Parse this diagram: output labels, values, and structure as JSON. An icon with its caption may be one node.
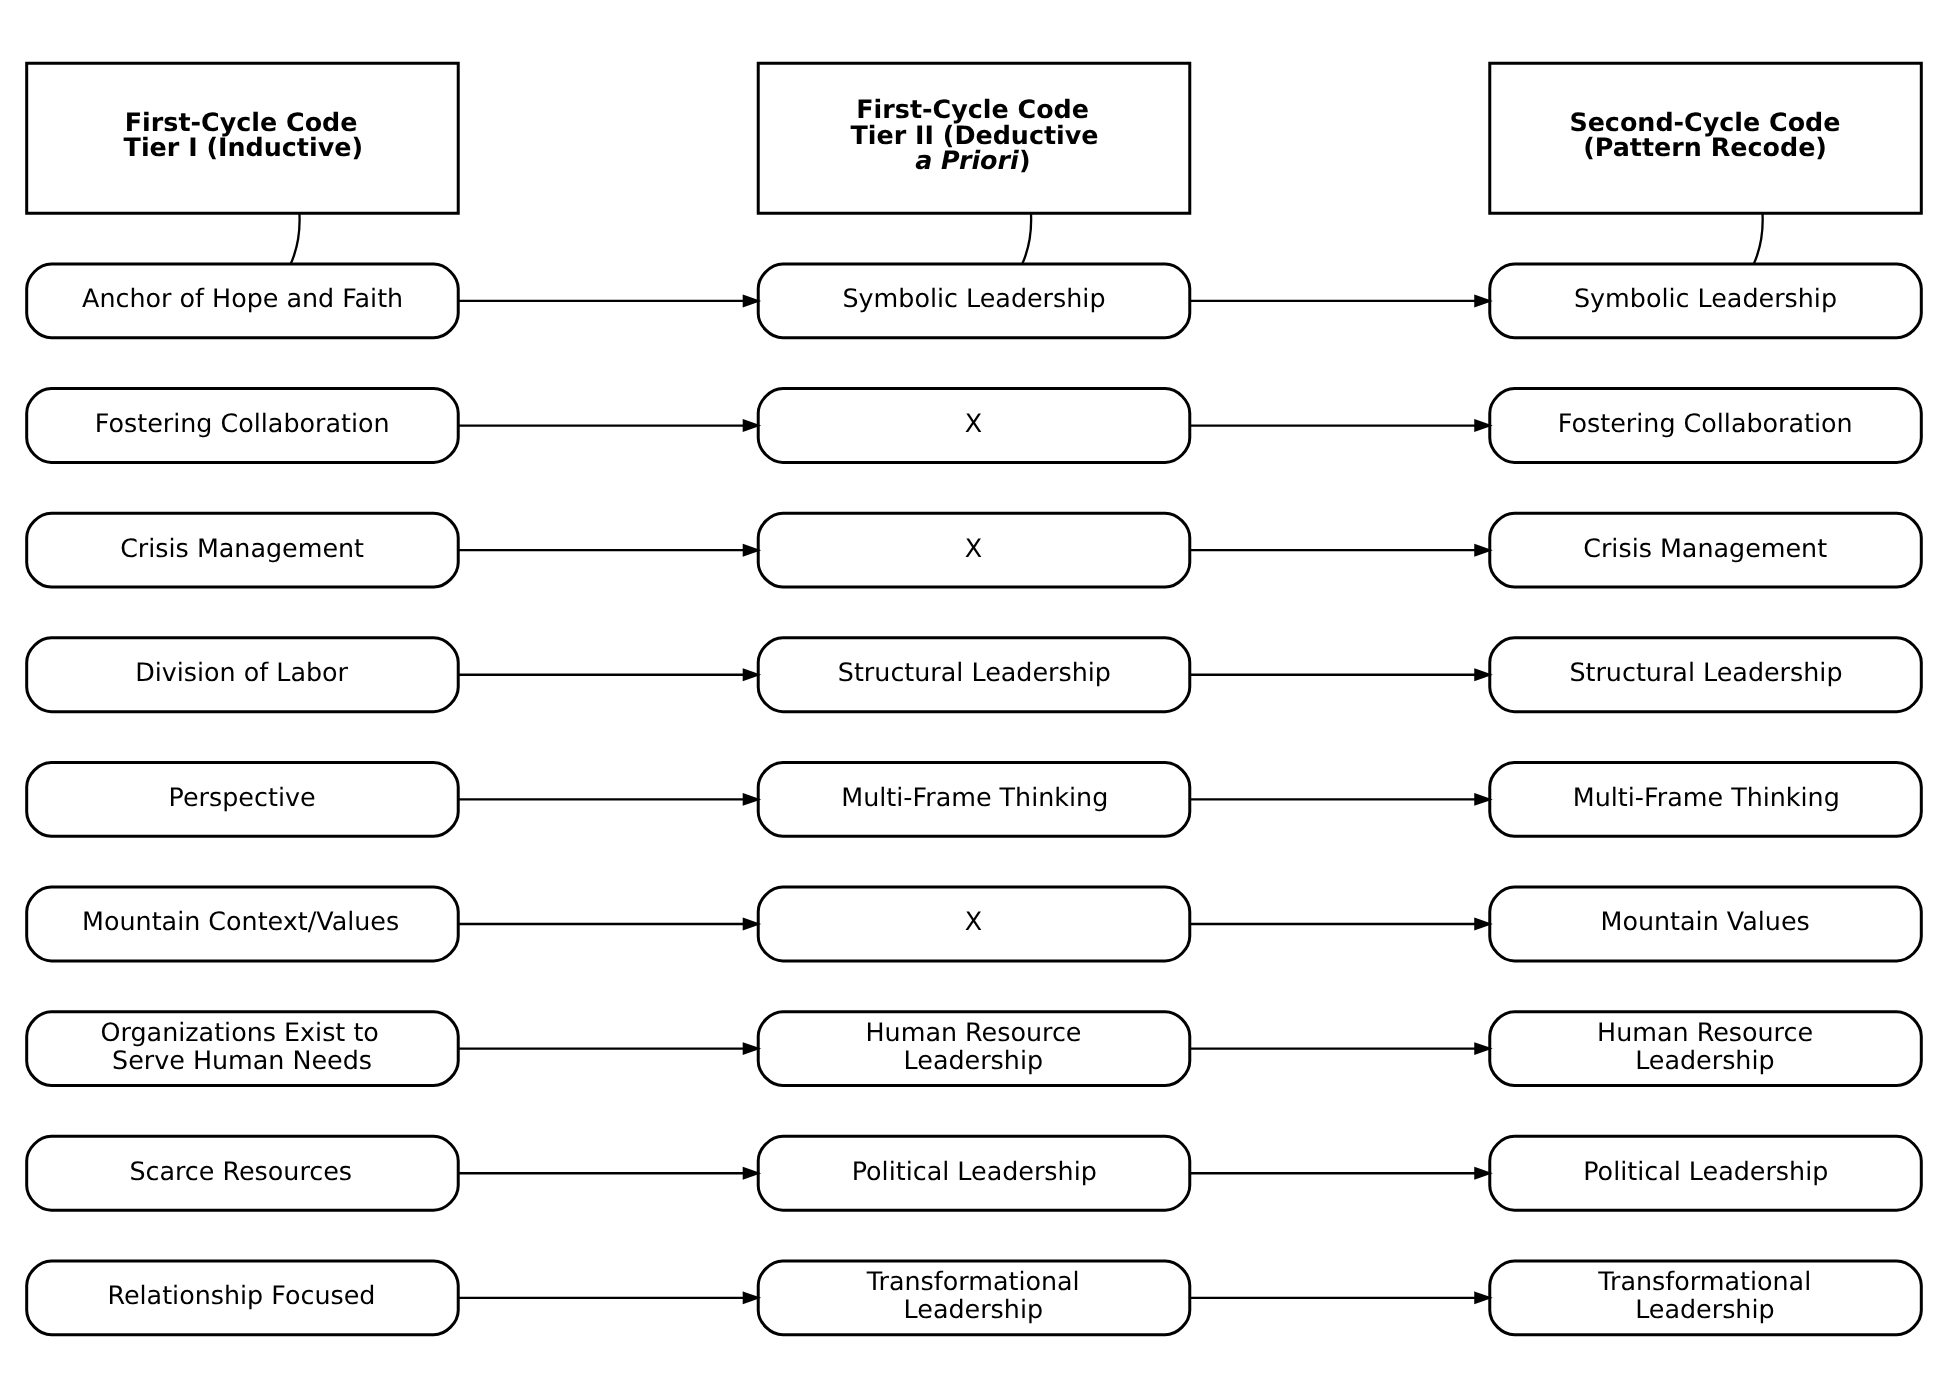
{
  "diagram": {
    "nodes": [
      {
        "text": [
          "First-Cycle Code Tier I (Inductive)"
        ]
      },
      {
        "text": [
          "First-Cycle Code Tier II (Deductive *a Priori*)"
        ]
      },
      {
        "text": [
          "Second-Cycle Code (Pattern Recode)"
        ]
      },
      {
        "text": [
          "Anchor of Hope and Faith"
        ]
      },
      {
        "text": [
          "Symbolic Leadership"
        ]
      },
      {
        "text": [
          "Symbolic Leadership"
        ]
      },
      {
        "text": [
          "Fostering Collaboration"
        ]
      },
      {
        "text": [
          "X"
        ]
      },
      {
        "text": [
          "Fostering Collaboration"
        ]
      },
      {
        "text": [
          "Crisis Management"
        ]
      },
      {
        "text": [
          "X"
        ]
      },
      {
        "text": [
          "Crisis Management"
        ]
      },
      {
        "text": [
          "Division of Labor"
        ]
      },
      {
        "text": [
          "Structural Leadership"
        ]
      },
      {
        "text": [
          "Structural Leadership"
        ]
      },
      {
        "text": [
          "Perspective"
        ]
      },
      {
        "text": [
          "Multi-Frame Thinking"
        ]
      },
      {
        "text": [
          "Multi-Frame Thinking"
        ]
      },
      {
        "text": [
          "Mountain Context/Values"
        ]
      },
      {
        "text": [
          "X"
        ]
      },
      {
        "text": [
          "Mountain Values"
        ]
      },
      {
        "text": [
          "Organizations Exist to Serve Human Needs"
        ]
      },
      {
        "text": [
          "Human Resource Leadership"
        ]
      },
      {
        "text": [
          "Human Resource Leadership"
        ]
      },
      {
        "text": [
          "Scarce Resources"
        ]
      },
      {
        "text": [
          "Political Leadership"
        ]
      },
      {
        "text": [
          "Political Leadership"
        ]
      },
      {
        "text": [
          "Relationship Focused"
        ]
      },
      {
        "text": [
          "Transformational Leadership"
        ]
      },
      {
        "text": [
          "Transformational Leadership"
        ]
      }
    ],
    "edges": [
      {
        "from": 0,
        "to": 3,
        "arrow": "none"
      },
      {
        "from": 1,
        "to": 4,
        "arrow": "none"
      },
      {
        "from": 2,
        "to": 5,
        "arrow": "none"
      },
      {
        "from": 3,
        "to": 4,
        "arrow": "to"
      },
      {
        "from": 4,
        "to": 5,
        "arrow": "to"
      },
      {
        "from": 6,
        "to": 7,
        "arrow": "to"
      },
      {
        "from": 7,
        "to": 8,
        "arrow": "to"
      },
      {
        "from": 9,
        "to": 10,
        "arrow": "to"
      },
      {
        "from": 10,
        "to": 11,
        "arrow": "to"
      },
      {
        "from": 12,
        "to": 13,
        "arrow": "to"
      },
      {
        "from": 13,
        "to": 14,
        "arrow": "to"
      },
      {
        "from": 15,
        "to": 16,
        "arrow": "to"
      },
      {
        "from": 16,
        "to": 17,
        "arrow": "to"
      },
      {
        "from": 18,
        "to": 19,
        "arrow": "to"
      },
      {
        "from": 19,
        "to": 20,
        "arrow": "to"
      },
      {
        "from": 21,
        "to": 22,
        "arrow": "to"
      },
      {
        "from": 22,
        "to": 23,
        "arrow": "to"
      },
      {
        "from": 24,
        "to": 25,
        "arrow": "to"
      },
      {
        "from": 25,
        "to": 26,
        "arrow": "to"
      },
      {
        "from": 27,
        "to": 28,
        "arrow": "to"
      },
      {
        "from": 28,
        "to": 29,
        "arrow": "to"
      }
    ]
  }
}
